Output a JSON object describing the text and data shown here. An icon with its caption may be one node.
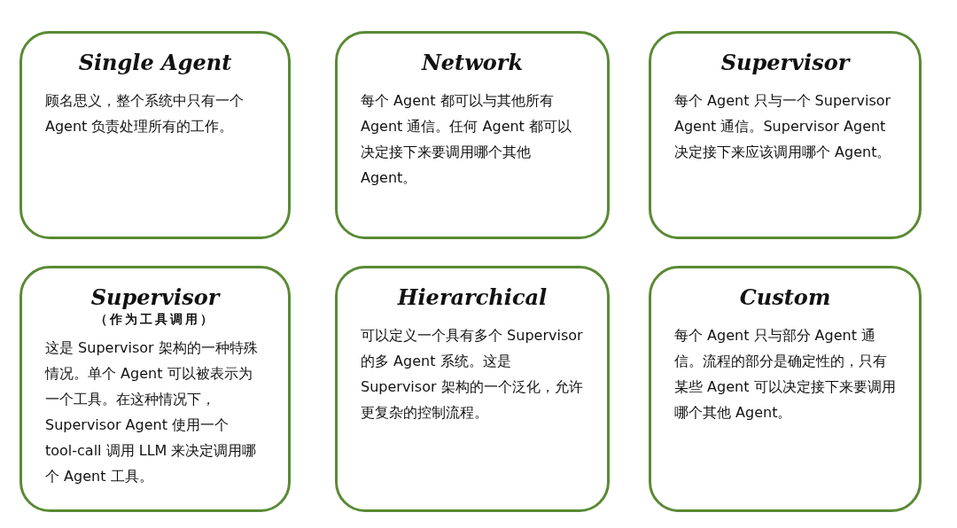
{
  "diagram": {
    "nodes": [
      {
        "text": [
          "Single Agent",
          "顾名思义，整个系统中只有一个 Agent 负责处理所有的工作。"
        ]
      },
      {
        "text": [
          "Network",
          "每个 Agent 都可以与其他所有 Agent 通信。任何 Agent 都可以决定接下来要调用哪个其他 Agent。"
        ]
      },
      {
        "text": [
          "Supervisor",
          "每个 Agent 只与一个 Supervisor Agent 通信。Supervisor Agent 决定接下来应该调用哪个 Agent。"
        ]
      },
      {
        "text": [
          "Supervisor",
          "（作为工具调用）",
          "这是 Supervisor 架构的一种特殊情况。单个 Agent 可以被表示为一个工具。在这种情况下，Supervisor Agent 使用一个 tool-call 调用 LLM 来决定调用哪个 Agent 工具。"
        ]
      },
      {
        "text": [
          "Hierarchical",
          "可以定义一个具有多个 Supervisor 的多 Agent 系统。这是 Supervisor 架构的一个泛化，允许更复杂的控制流程。"
        ]
      },
      {
        "text": [
          "Custom",
          "每个 Agent 只与部分 Agent 通信。流程的部分是确定性的，只有某些 Agent 可以决定接下来要调用哪个其他 Agent。"
        ]
      }
    ]
  }
}
